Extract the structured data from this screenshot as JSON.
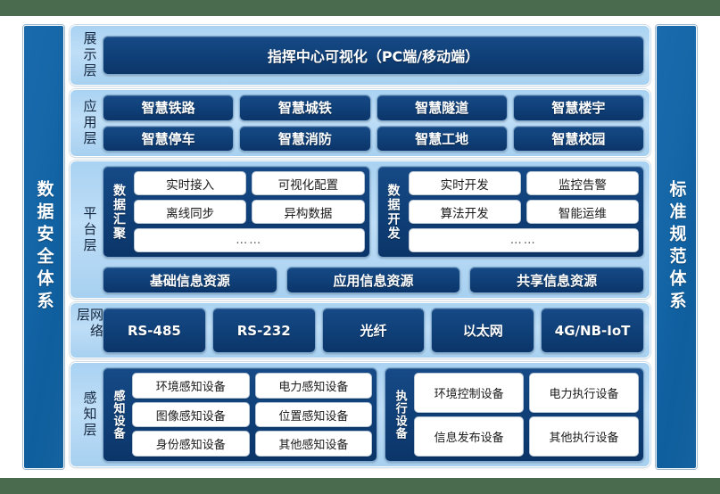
{
  "frame": {
    "outer_bg": "#4a6b4e",
    "canvas_bg": "#ffffff",
    "panel_blue": "#b0d5f3",
    "chip_navy": "#0f3f77",
    "pillar_blue": "#1567a8"
  },
  "pillars": {
    "left": {
      "label": "数据安全体系"
    },
    "right": {
      "label": "标准规范体系"
    }
  },
  "layers": {
    "display": {
      "title": "展示层",
      "banner": "指挥中心可视化（PC端/移动端）"
    },
    "application": {
      "title": "应用层",
      "rows": [
        [
          "智慧铁路",
          "智慧城铁",
          "智慧隧道",
          "智慧楼宇"
        ],
        [
          "智慧停车",
          "智慧消防",
          "智慧工地",
          "智慧校园"
        ]
      ]
    },
    "platform": {
      "title": "平台层",
      "groups": [
        {
          "name": "数据汇聚",
          "rows": [
            [
              "实时接入",
              "可视化配置"
            ],
            [
              "离线同步",
              "异构数据"
            ]
          ],
          "more": "……"
        },
        {
          "name": "数据开发",
          "rows": [
            [
              "实时开发",
              "监控告警"
            ],
            [
              "算法开发",
              "智能运维"
            ]
          ],
          "more": "……"
        }
      ],
      "resources": [
        "基础信息资源",
        "应用信息资源",
        "共享信息资源"
      ]
    },
    "network": {
      "title": "网络层",
      "items": [
        "RS-485",
        "RS-232",
        "光纤",
        "以太网",
        "4G/NB-IoT"
      ]
    },
    "sensing": {
      "title": "感知层",
      "groups": [
        {
          "name": "感知设备",
          "rows": [
            [
              "环境感知设备",
              "电力感知设备"
            ],
            [
              "图像感知设备",
              "位置感知设备"
            ],
            [
              "身份感知设备",
              "其他感知设备"
            ]
          ]
        },
        {
          "name": "执行设备",
          "rows": [
            [
              "环境控制设备",
              "电力执行设备"
            ],
            [
              "信息发布设备",
              "其他执行设备"
            ]
          ]
        }
      ]
    }
  }
}
